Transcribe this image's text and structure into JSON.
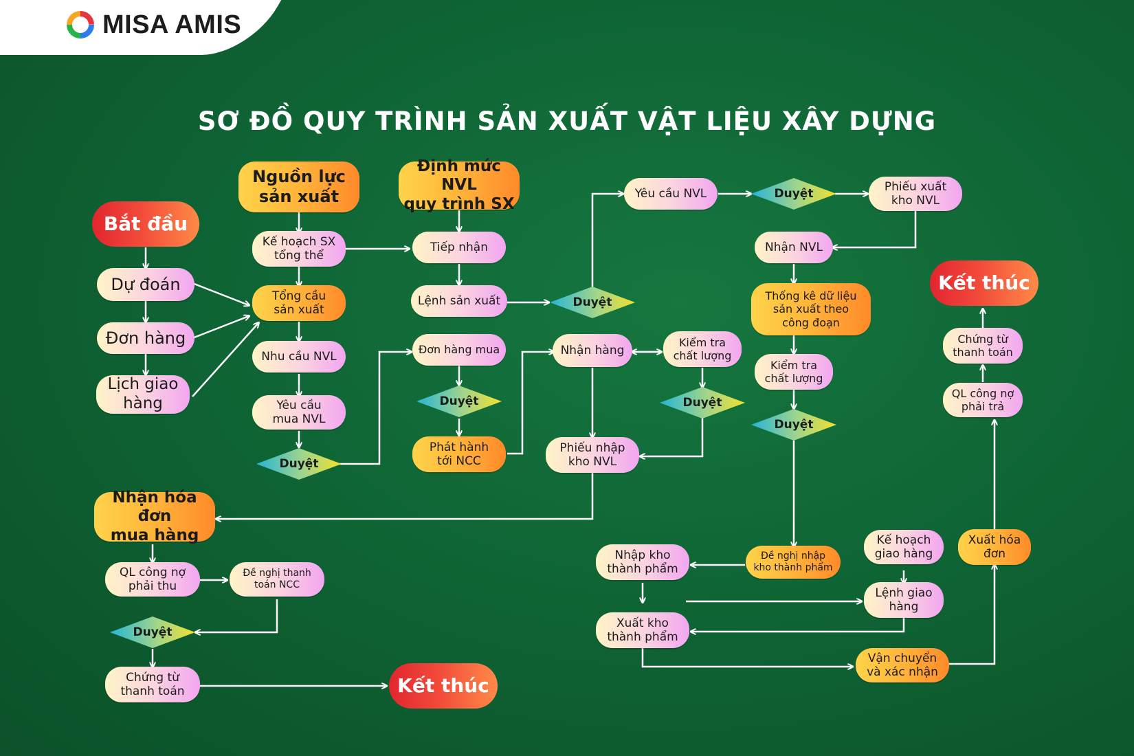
{
  "brand": {
    "name": "MISA AMIS"
  },
  "title": "SƠ ĐỒ QUY TRÌNH SẢN XUẤT VẬT LIỆU XÂY DỰNG",
  "nodes": {
    "start": "Bắt đầu",
    "forecast": "Dự đoán",
    "order": "Đơn hàng",
    "delivery_schedule": "Lịch giao\nhàng",
    "resources": "Nguồn lực\nsản xuất",
    "master_plan": "Kế hoạch SX\ntổng thể",
    "total_demand": "Tổng cầu\nsản xuất",
    "material_needs": "Nhu cầu NVL",
    "purchase_request": "Yêu cầu\nmua NVL",
    "approve_1": "Duyệt",
    "norms": "Định mức NVL\nquy trình SX",
    "receive": "Tiếp nhận",
    "production_order": "Lệnh sản xuất",
    "purchase_order": "Đơn hàng mua",
    "approve_2": "Duyệt",
    "issue_to_supplier": "Phát hành\ntới NCC",
    "approve_3": "Duyệt",
    "material_request": "Yêu cầu NVL",
    "approve_4": "Duyệt",
    "material_issue_slip": "Phiếu xuất\nkho NVL",
    "receive_goods": "Nhận hàng",
    "quality_check_1": "Kiểm tra\nchất lượng",
    "approve_5": "Duyệt",
    "material_receipt_slip": "Phiếu nhập\nkho NVL",
    "receive_material": "Nhận NVL",
    "production_stats": "Thống kê dữ liệu\nsản xuất theo\ncông đoạn",
    "quality_check_2": "Kiểm tra\nchất lượng",
    "approve_6": "Duyệt",
    "finished_receipt_request": "Đề nghị nhập\nkho thành phẩm",
    "finished_goods_in": "Nhập kho\nthành phẩm",
    "finished_goods_out": "Xuất kho\nthành phẩm",
    "delivery_plan": "Kế hoạch\ngiao hàng",
    "delivery_order": "Lệnh giao\nhàng",
    "shipping_confirm": "Vận chuyển\nvà xác nhận",
    "issue_invoice": "Xuất hóa\nđơn",
    "payables_right": "QL công nợ\nphải trả",
    "payment_docs_right": "Chứng từ\nthanh toán",
    "end_right": "Kết thúc",
    "purchase_invoice": "Nhận hóa đơn\nmua hàng",
    "receivables": "QL công nợ\nphải thu",
    "supplier_payment_request": "Đề nghị thanh\ntoán NCC",
    "approve_7": "Duyệt",
    "payment_docs_left": "Chứng từ\nthanh toán",
    "end_left": "Kết thúc"
  },
  "colors": {
    "background": "#0f6535",
    "arrow": "#ffffff"
  }
}
